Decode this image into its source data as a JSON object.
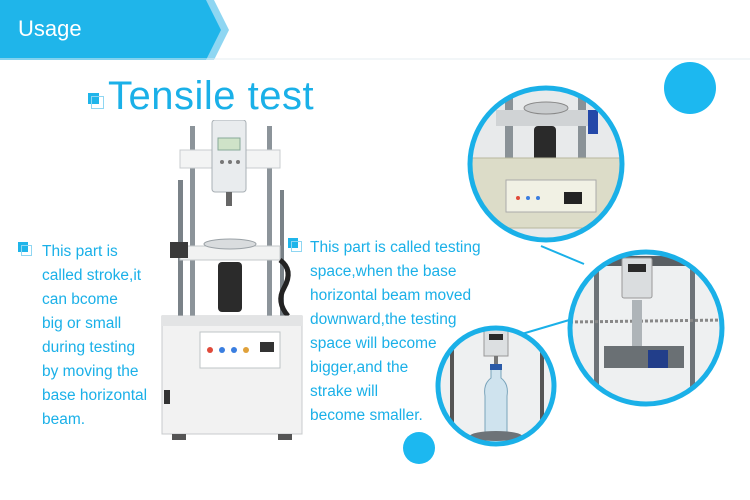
{
  "header": {
    "label": "Usage"
  },
  "title": "Tensile test",
  "notes": {
    "left": [
      "This part is",
      "called stroke,it",
      "can bcome",
      "big or small",
      "during testing",
      "by moving the",
      "base horizontal",
      "beam."
    ],
    "middle": [
      "This part is called testing",
      "space,when the base",
      "horizontal beam moved",
      "downward,the testing",
      "space will become",
      "bigger,and the",
      "strake will",
      "become smaller."
    ]
  },
  "colors": {
    "accent": "#1ab0e8",
    "banner": "#1fb5ea",
    "circle_fill": "#1cb8f0"
  }
}
